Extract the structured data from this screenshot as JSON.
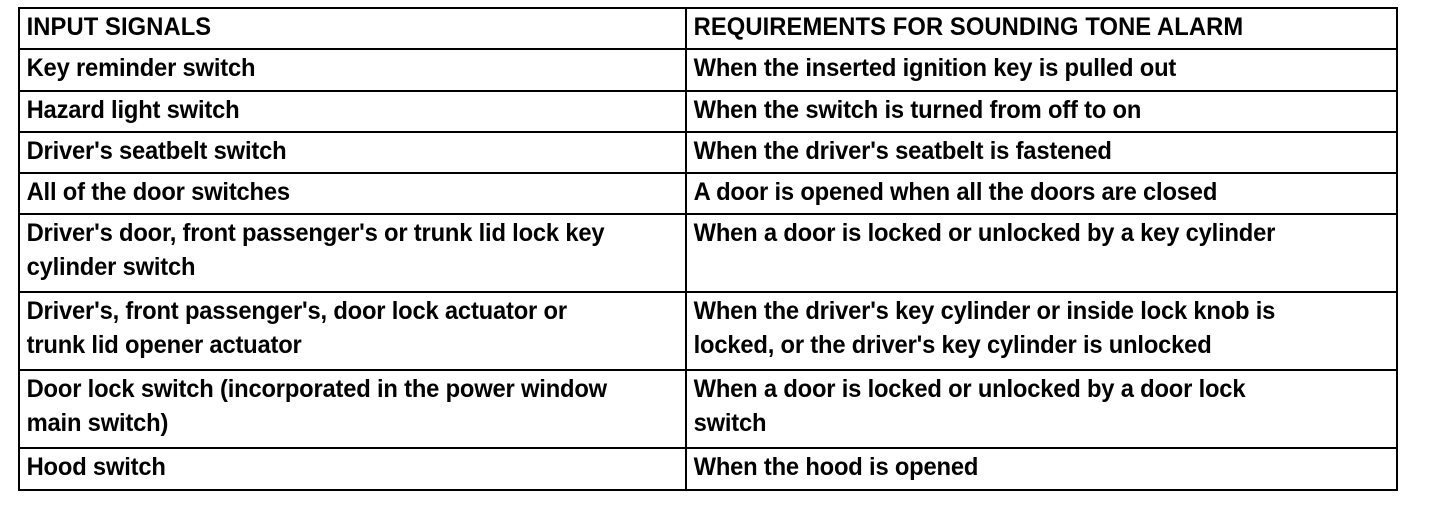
{
  "document": {
    "type": "specification-table",
    "title_row": {
      "col1": "INPUT SIGNALS",
      "col2": "REQUIREMENTS FOR SOUNDING TONE ALARM"
    },
    "rows": [
      {
        "signal_lines": [
          "Key reminder switch"
        ],
        "requirement_lines": [
          "When the inserted ignition key is pulled out"
        ]
      },
      {
        "signal_lines": [
          "Hazard light switch"
        ],
        "requirement_lines": [
          "When the switch is turned from off to on"
        ]
      },
      {
        "signal_lines": [
          "Driver's seatbelt switch"
        ],
        "requirement_lines": [
          "When the driver's seatbelt is fastened"
        ]
      },
      {
        "signal_lines": [
          "All of the door switches"
        ],
        "requirement_lines": [
          "A door is opened when all the doors are closed"
        ]
      },
      {
        "signal_lines": [
          "Driver's door, front passenger's or trunk lid lock key",
          "cylinder switch"
        ],
        "requirement_lines": [
          "When a door is locked or unlocked by a key cylinder"
        ]
      },
      {
        "signal_lines": [
          "Driver's, front passenger's, door lock actuator or",
          "trunk lid opener actuator"
        ],
        "requirement_lines": [
          "When the driver's key cylinder or inside lock knob is",
          "locked, or the driver's key cylinder is unlocked"
        ]
      },
      {
        "signal_lines": [
          "Door lock switch (incorporated in the power window",
          "main switch)"
        ],
        "requirement_lines": [
          "When a door is locked or unlocked by a door lock",
          "switch"
        ]
      },
      {
        "signal_lines": [
          "Hood switch"
        ],
        "requirement_lines": [
          "When the hood is opened"
        ]
      }
    ]
  },
  "colors": {
    "border": "#000000",
    "text": "#000000",
    "background": "#ffffff"
  }
}
